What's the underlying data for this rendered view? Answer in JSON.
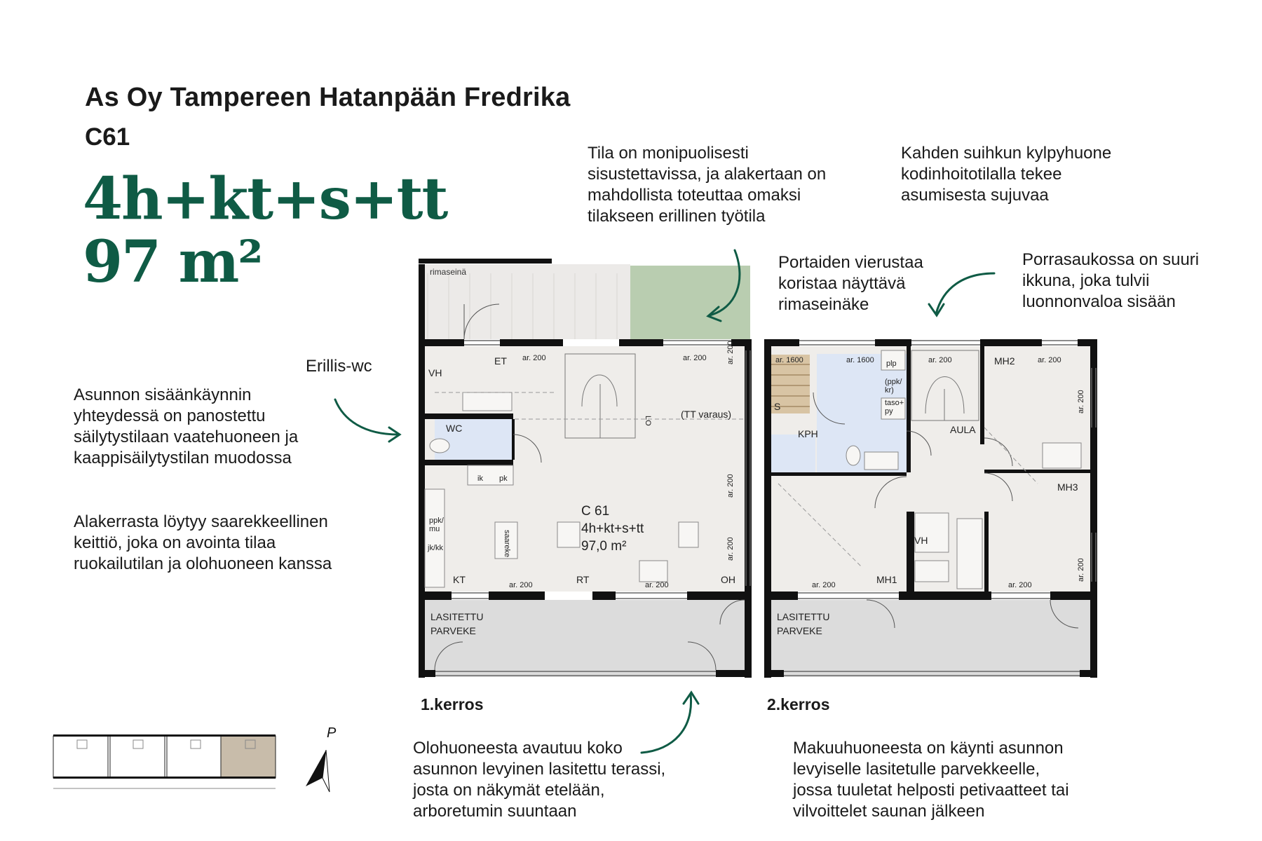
{
  "header": {
    "title": "As Oy Tampereen Hatanpään Fredrika",
    "apartment_code": "C61",
    "type": "4h+kt+s+tt",
    "area": "97 m²"
  },
  "notes": {
    "entrance": "Asunnon sisäänkäynnin\nyhteydessä on panostettu\nsäilytystilaan vaatehuoneen ja\nkaappisäilytystilan muodossa",
    "kitchen": "Alakerrasta löytyy saarekkeellinen\nkeittiö, joka on avointa tilaa\nruokailutilan ja olohuoneen kanssa",
    "wc": "Erillis-wc",
    "tt": "Tila on monipuolisesti\nsisustettavissa, ja alakertaan on\nmahdollista toteuttaa omaksi\ntilakseen erillinen työtila",
    "bathroom": "Kahden suihkun kylpyhuone\nkodinhoitotilalla tekee\nasumisesta sujuvaa",
    "stairs": "Portaiden vierustaa\nkoristaa näyttävä\nrimaseinäke",
    "window": "Porrasaukossa on suuri\nikkuna, joka tulvii\nluonnonvaloa sisään",
    "terrace": "Olohuoneesta avautuu koko\nasunnon levyinen lasitettu terassi,\njosta on näkymät etelään,\narboretumin suuntaan",
    "balcony": "Makuuhuoneesta on käynti asunnon\nlevyiselle lasitetulle parvekkeelle,\njossa tuuletat helposti petivaatteet tai\nvilvoittelet saunan jälkeen"
  },
  "floors": {
    "first_label": "1.kerros",
    "second_label": "2.kerros"
  },
  "plan_labels": {
    "rimasein": "rimaseinä",
    "vh1": "VH",
    "et": "ET",
    "wc": "WC",
    "ar200": "ar. 200",
    "ar1600": "ar. 1600",
    "tt": "(TT varaus)",
    "lo": "LO",
    "ik": "ik",
    "pk": "pk",
    "ppk": "ppk/\nmu",
    "jkk": "jk/kk",
    "saareke": "saareke",
    "apt_id": "C 61",
    "apt_type": "4h+kt+s+tt",
    "apt_area": "97,0 m²",
    "kt": "KT",
    "rt": "RT",
    "oh": "OH",
    "balcony1": "LASITETTU",
    "balcony2": "PARVEKE",
    "s": "S",
    "kph": "KPH",
    "plp": "plp",
    "ppkkr": "(ppk/\nkr)",
    "taso": "taso+\npy",
    "aula": "AULA",
    "mh2": "MH2",
    "mh3": "MH3",
    "mh1": "MH1",
    "vh2": "VH"
  },
  "compass": {
    "label": "P"
  },
  "colors": {
    "brand_green": "#0f5b45",
    "wall": "#111111",
    "floor": "#efedea",
    "wet_room": "#dde6f5",
    "garden": "#b9cdb0",
    "balcony": "#dcdcdc",
    "highlight_unit": "#c8bcaa"
  }
}
